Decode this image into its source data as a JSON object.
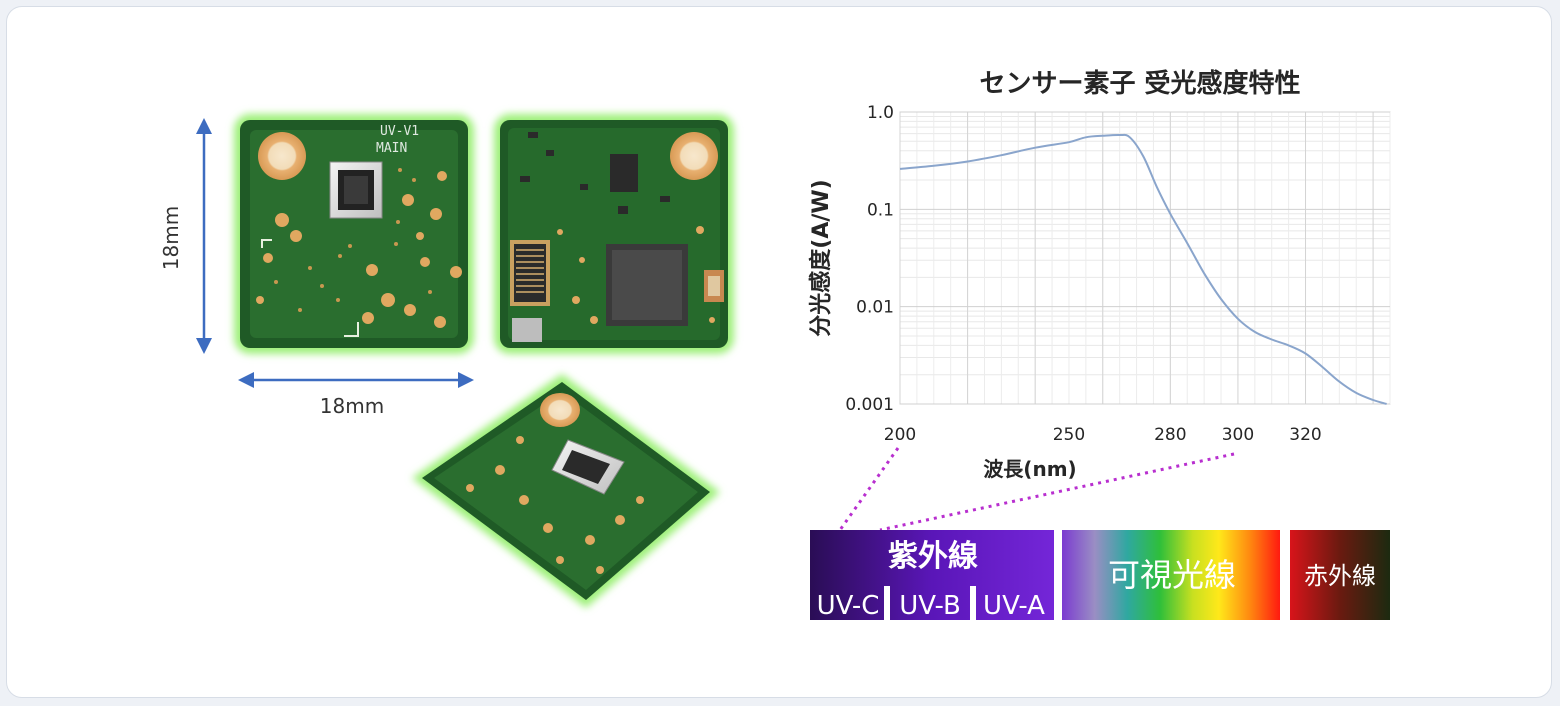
{
  "dimensions": {
    "height_label": "18mm",
    "width_label": "18mm"
  },
  "board": {
    "silkscreen_line1": "UV-V1",
    "silkscreen_line2": "MAIN"
  },
  "chart_data": {
    "type": "line",
    "title": "センサー素子 受光感度特性",
    "xlabel": "波長(nm)",
    "ylabel": "分光感度(A/W)",
    "xlim": [
      200,
      345
    ],
    "ylim": [
      0.001,
      1.0
    ],
    "yscale": "log",
    "grid": true,
    "x_ticks": [
      200,
      250,
      280,
      300,
      320
    ],
    "y_ticks": [
      {
        "value": 0.001,
        "label": "0.001"
      },
      {
        "value": 0.01,
        "label": "0.01"
      },
      {
        "value": 0.1,
        "label": "0.1"
      },
      {
        "value": 1.0,
        "label": "1.0"
      }
    ],
    "series": [
      {
        "x": [
          200,
          210,
          220,
          230,
          240,
          250,
          255,
          260,
          265,
          268,
          272,
          276,
          280,
          285,
          290,
          295,
          300,
          305,
          310,
          315,
          320,
          325,
          330,
          335,
          340,
          344
        ],
        "y": [
          0.26,
          0.28,
          0.31,
          0.36,
          0.43,
          0.49,
          0.55,
          0.57,
          0.58,
          0.55,
          0.35,
          0.17,
          0.09,
          0.045,
          0.022,
          0.012,
          0.0075,
          0.0055,
          0.0046,
          0.004,
          0.0033,
          0.0024,
          0.0017,
          0.0013,
          0.0011,
          0.001
        ]
      }
    ],
    "line_color": "#8aa5cc"
  },
  "spectrum": {
    "uv_label": "紫外線",
    "uvc_label": "UV-C",
    "uvb_label": "UV-B",
    "uva_label": "UV-A",
    "visible_label": "可視光線",
    "ir_label": "赤外線"
  }
}
